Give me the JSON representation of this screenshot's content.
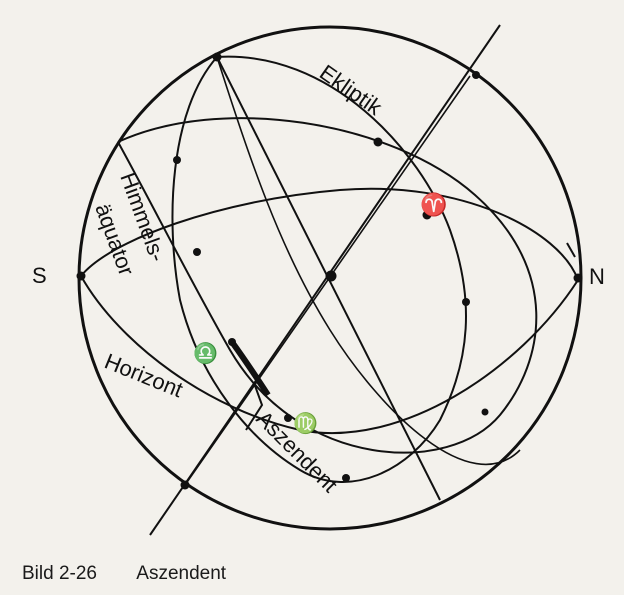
{
  "labels": {
    "south": "S",
    "north": "N",
    "ecliptic": "Ekliptik",
    "celestial_equator_line1": "Himmels-",
    "celestial_equator_line2": "äquator",
    "horizon": "Horizont",
    "ascendant": "Aszendent",
    "aries_symbol": "♈",
    "libra_symbol": "♎",
    "virgo_symbol": "♍"
  },
  "caption": {
    "figure_number": "Bild 2-26",
    "title": "Aszendent"
  }
}
